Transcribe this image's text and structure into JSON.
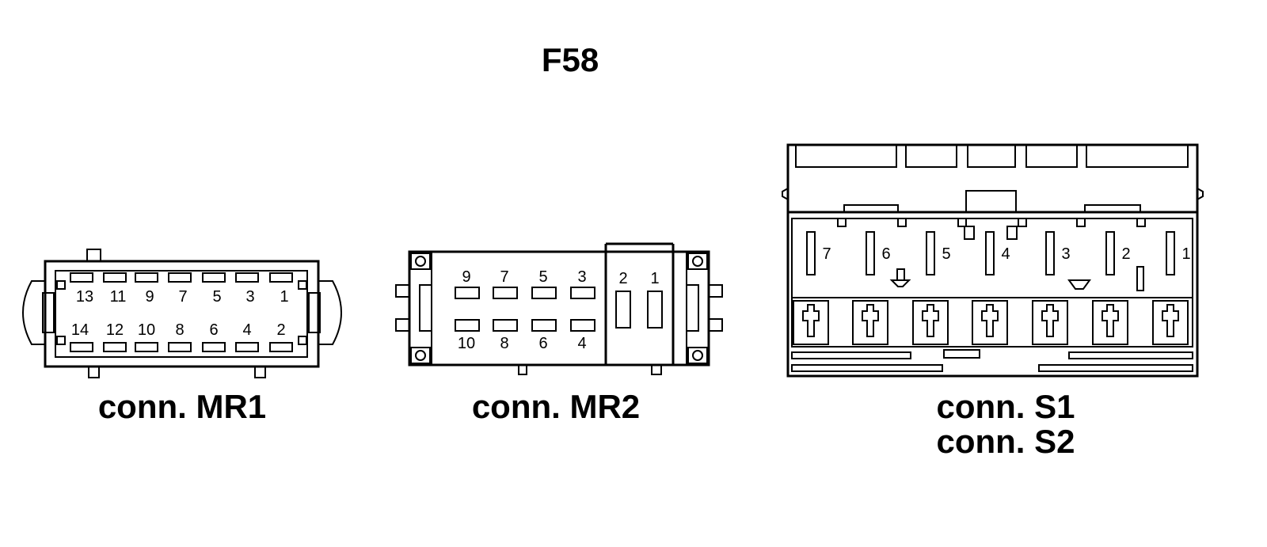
{
  "title": "F58",
  "connectors": {
    "mr1": {
      "caption": "conn. MR1",
      "top_pins": [
        "13",
        "11",
        "9",
        "7",
        "5",
        "3",
        "1"
      ],
      "bottom_pins": [
        "14",
        "12",
        "10",
        "8",
        "6",
        "4",
        "2"
      ]
    },
    "mr2": {
      "caption": "conn. MR2",
      "top_pins": [
        "9",
        "7",
        "5",
        "3"
      ],
      "bottom_pins": [
        "10",
        "8",
        "6",
        "4"
      ],
      "side_pins": [
        "2",
        "1"
      ]
    },
    "s": {
      "caption_line1": "conn. S1",
      "caption_line2": "conn. S2",
      "pins": [
        "7",
        "6",
        "5",
        "4",
        "3",
        "2",
        "1"
      ]
    }
  }
}
